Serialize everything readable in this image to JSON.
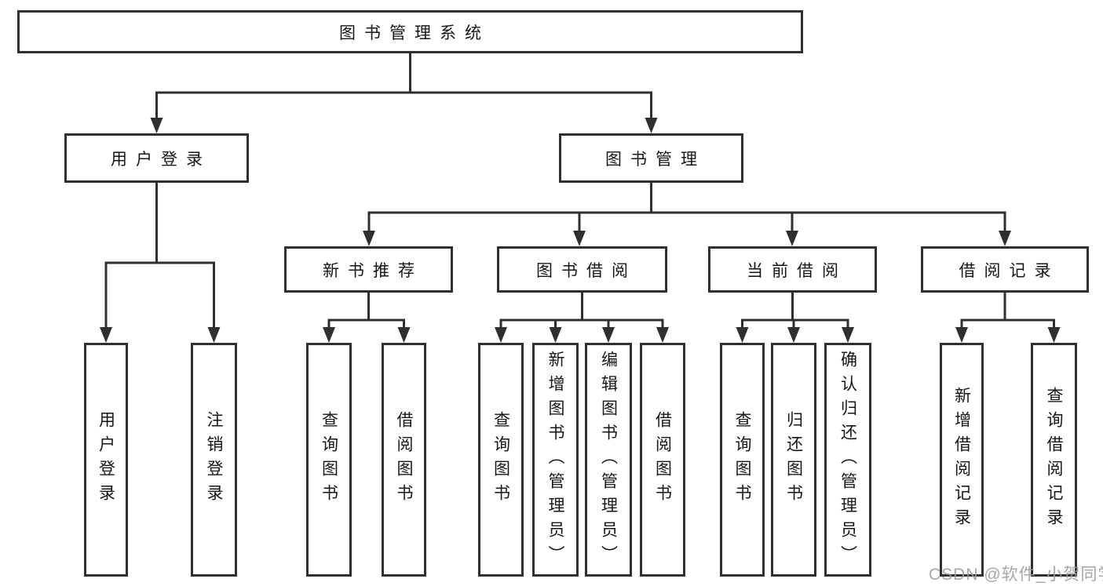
{
  "diagram": {
    "type": "hierarchy-tree",
    "title": "图书管理系统",
    "watermark": "CSDN @软件_小贺同学",
    "colors": {
      "line": "#2f2f2f",
      "text": "#161616",
      "background": "#ffffff",
      "watermark": "#9d9d9d"
    },
    "nodes": {
      "root": {
        "label": "图书管理系统"
      },
      "user_login": {
        "label": "用户登录"
      },
      "book_mgmt": {
        "label": "图书管理"
      },
      "new_book_rec": {
        "label": "新书推荐"
      },
      "book_borrow": {
        "label": "图书借阅"
      },
      "current_borrow": {
        "label": "当前借阅"
      },
      "borrow_records": {
        "label": "借阅记录"
      },
      "login": {
        "label": "用户登录"
      },
      "logout": {
        "label": "注销登录"
      },
      "rec_query_books": {
        "label": "查询图书"
      },
      "rec_borrow_books": {
        "label": "借阅图书"
      },
      "bb_query_books": {
        "label": "查询图书"
      },
      "bb_add_books": {
        "label": "新增图书（管理员）"
      },
      "bb_edit_books": {
        "label": "编辑图书（管理员）"
      },
      "bb_borrow_books": {
        "label": "借阅图书"
      },
      "cb_query_books": {
        "label": "查询图书"
      },
      "cb_return_books": {
        "label": "归还图书"
      },
      "cb_confirm_return": {
        "label": "确认归还（管理员）"
      },
      "br_add_record": {
        "label": "新增借阅记录"
      },
      "br_query_record": {
        "label": "查询借阅记录"
      }
    },
    "structure": {
      "图书管理系统": [
        "用户登录",
        "图书管理"
      ],
      "用户登录": [
        "用户登录",
        "注销登录"
      ],
      "图书管理": [
        "新书推荐",
        "图书借阅",
        "当前借阅",
        "借阅记录"
      ],
      "新书推荐": [
        "查询图书",
        "借阅图书"
      ],
      "图书借阅": [
        "查询图书",
        "新增图书（管理员）",
        "编辑图书（管理员）",
        "借阅图书"
      ],
      "当前借阅": [
        "查询图书",
        "归还图书",
        "确认归还（管理员）"
      ],
      "借阅记录": [
        "新增借阅记录",
        "查询借阅记录"
      ]
    }
  }
}
